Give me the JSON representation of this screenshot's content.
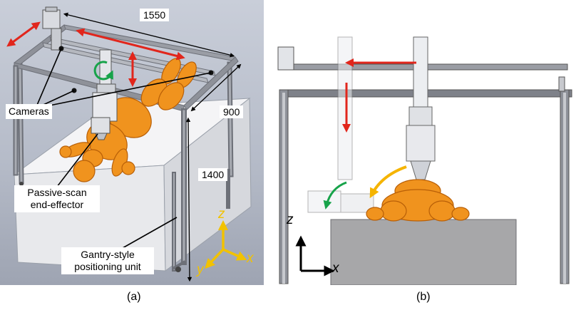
{
  "panel_a": {
    "caption": "(a)",
    "dimensions": {
      "length": "1550",
      "width": "900",
      "height": "1400"
    },
    "labels": {
      "cameras": "Cameras",
      "end_effector": "Passive-scan end-effector",
      "gantry": "Gantry-style positioning unit"
    },
    "axes": {
      "x": "x",
      "y": "y",
      "z": "z"
    }
  },
  "panel_b": {
    "caption": "(b)",
    "axes": {
      "x": "x",
      "z": "z"
    }
  },
  "colors": {
    "red_arrow": "#e1261c",
    "green_arrow": "#17a34a",
    "orange_arrow": "#f5b400",
    "phantom": "#f0931e",
    "axis_yellow": "#f2c200"
  }
}
